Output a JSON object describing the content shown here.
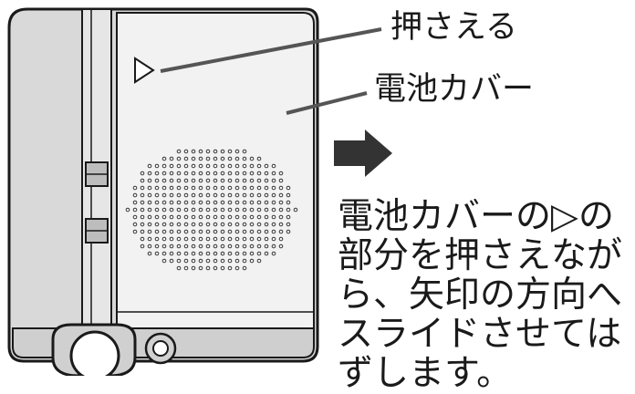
{
  "labels": {
    "press_here": "押さえる",
    "battery_cover": "電池カバー",
    "triangle_mark": "▷"
  },
  "instructions": {
    "lines": [
      "電池カバーの▷の",
      "部分を押さえなが",
      "ら、矢印の方向へ",
      "スライドさせては",
      "ずします。"
    ]
  },
  "colors": {
    "device_body": "#d9d9d9",
    "device_outline": "#1a1a1a",
    "cover_panel": "#f2f2f2",
    "slide_arrow": "#333333",
    "leader_line": "#555555"
  },
  "icons": {
    "direction": "slide-right-arrow-icon",
    "mark": "triangle-mark-icon"
  }
}
